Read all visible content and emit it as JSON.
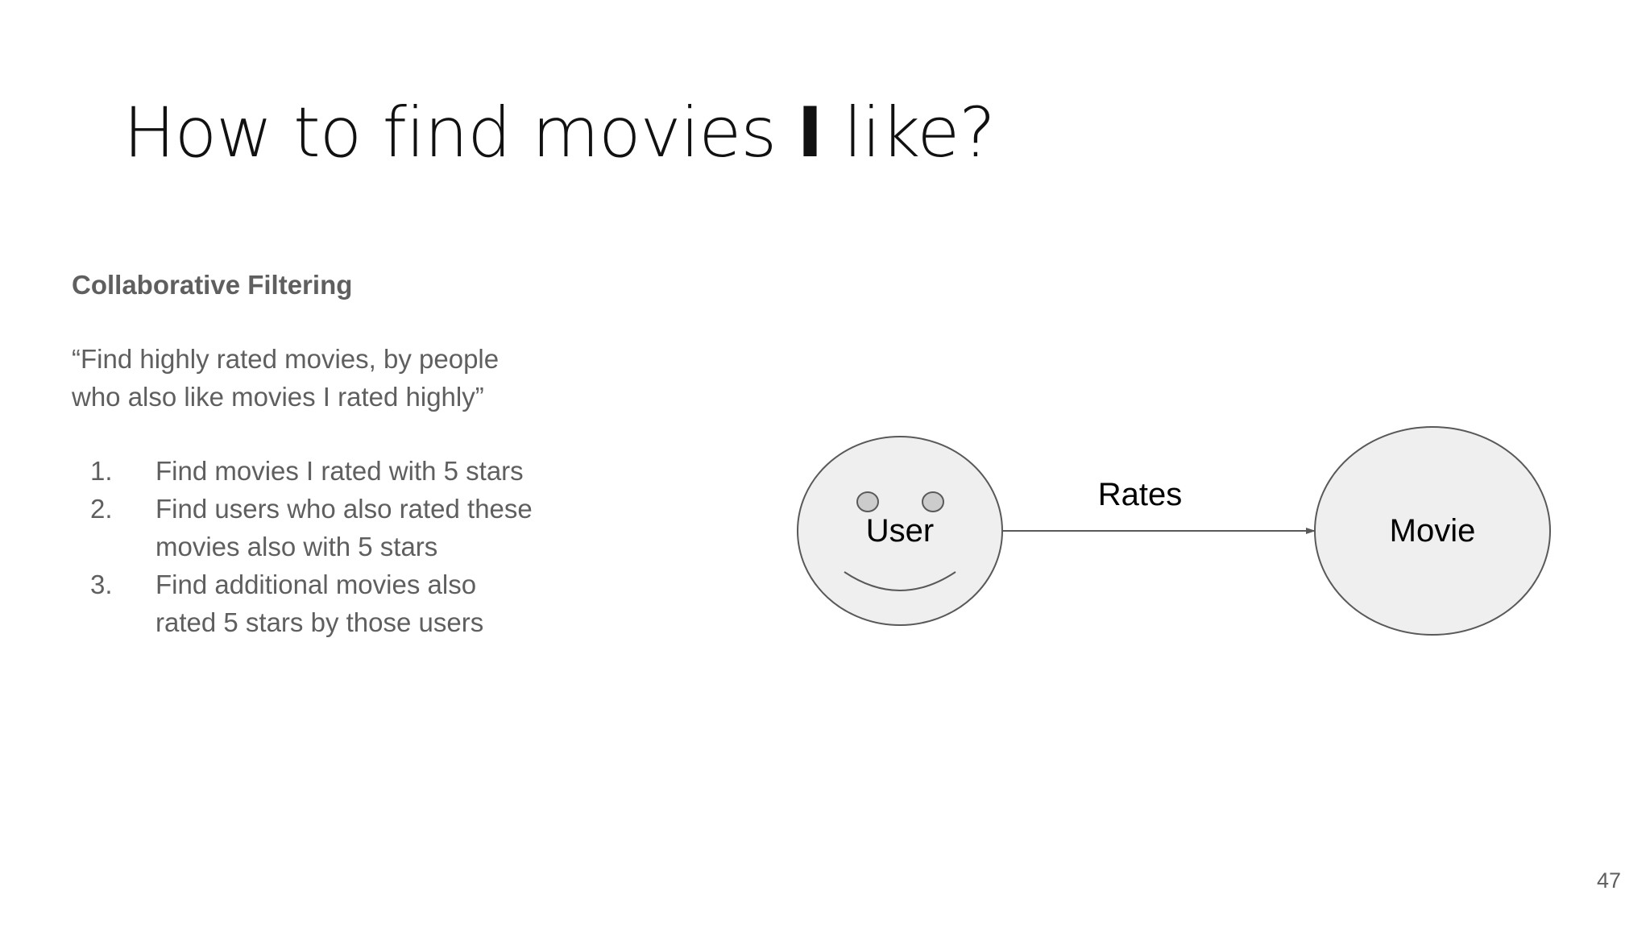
{
  "title": {
    "before": "How to find movies ",
    "emphasis": "I",
    "after": " like?"
  },
  "content": {
    "heading": "Collaborative Filtering",
    "quote_line1": "“Find highly rated movies, by people",
    "quote_line2": "who also like movies I rated highly”",
    "steps": [
      {
        "number": "1.",
        "lines": [
          "Find movies I rated with 5 stars"
        ]
      },
      {
        "number": "2.",
        "lines": [
          "Find users who also rated these",
          "movies also with 5 stars"
        ]
      },
      {
        "number": "3.",
        "lines": [
          "Find additional movies also",
          "rated 5 stars by those users"
        ]
      }
    ]
  },
  "diagram": {
    "user_label": "User",
    "movie_label": "Movie",
    "edge_label": "Rates"
  },
  "page_number": "47",
  "colors": {
    "node_fill": "#efefef",
    "node_stroke": "#595959",
    "eye_fill": "#cccccc",
    "text_gray": "#5f5f5f"
  }
}
